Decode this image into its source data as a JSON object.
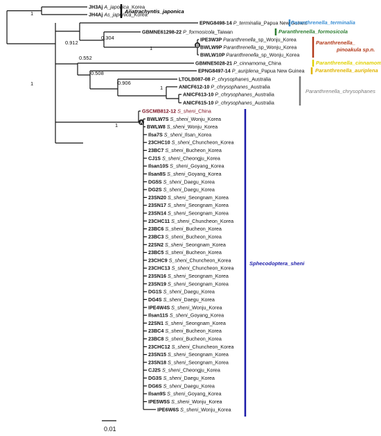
{
  "tree": {
    "support": {
      "root_top": "1",
      "anat": "1",
      "node_0912": "0.912",
      "node_0304": "0.304",
      "node_0552": "0.552",
      "node_pino": "1",
      "node_0508": "0.508",
      "node_0906": "0.906",
      "node_chry": "1",
      "node_sheni": "1"
    },
    "node_markers": {
      "A": "A",
      "B": "B"
    },
    "scale_bar": "0.01",
    "tips": [
      {
        "code": "JH3Aj",
        "sp": "A_japonica",
        "loc": "_Korea"
      },
      {
        "code": "JH4Aj",
        "sp": "As_japonica",
        "loc": "_Korea"
      },
      {
        "code": "EPNG8498-14",
        "sp": "P_terminalia",
        "loc": "_Papua New Guinea"
      },
      {
        "code": "GBMNE61298-22",
        "sp": "P_formosicola",
        "loc": "_Taiwan"
      },
      {
        "code": "IPE3W3P",
        "sp": "Paranthrenella",
        "loc": "_sp_Wonju_Korea"
      },
      {
        "code": "BWLW9P",
        "sp": "Paranthrenella",
        "loc": "_sp_Wonju_Korea"
      },
      {
        "code": "BWLW10P",
        "sp": "Paranthrenella",
        "loc": "_sp_Wonju_Korea"
      },
      {
        "code": "GBMNE5028-21",
        "sp": "P_cinnamoma",
        "loc": "_China"
      },
      {
        "code": "EPNG8497-14",
        "sp": "P_auriplena",
        "loc": "_Papua New Guinea"
      },
      {
        "code": "LTOLB087-08",
        "sp": "P_chrysophanes",
        "loc": "_Australia"
      },
      {
        "code": "ANICF612-10",
        "sp": "P_chrysophanes",
        "loc": "_Australia"
      },
      {
        "code": "ANICF613-10",
        "sp": "P_chrysophanes",
        "loc": "_Australia"
      },
      {
        "code": "ANICF615-10",
        "sp": "P_chrysophanes",
        "loc": "_Australia"
      },
      {
        "code": "GSCMB812-12",
        "sp": "S_sheni",
        "loc": "_China"
      },
      {
        "code": "BWLW7S",
        "sp": "S_sheni",
        "loc": "_Wonju_Korea"
      },
      {
        "code": "BWLW8",
        "sp": "S_sheni",
        "loc": "_Wonju_Korea"
      },
      {
        "code": "Ilsa7S",
        "sp": "S_sheni",
        "loc": "_Ilsan_Korea"
      },
      {
        "code": "23CHC10",
        "sp": "S_sheni",
        "loc": "_Chuncheon_Korea"
      },
      {
        "code": "23BC7",
        "sp": "S_sheni",
        "loc": "_Bucheon_Korea"
      },
      {
        "code": "CJ1S",
        "sp": "S_sheni",
        "loc": "_Cheongju_Korea"
      },
      {
        "code": "Ilsan10S",
        "sp": "S_sheni",
        "loc": "_Goyang_Korea"
      },
      {
        "code": "Ilsan8S",
        "sp": "S_sheni",
        "loc": "_Goyang_Korea"
      },
      {
        "code": "DG5S",
        "sp": "S_sheni",
        "loc": "_Daegu_Korea"
      },
      {
        "code": "DG2S",
        "sp": "S_sheni",
        "loc": "_Daegu_Korea"
      },
      {
        "code": "23SN20",
        "sp": "S_sheni",
        "loc": "_Seongnam_Korea"
      },
      {
        "code": "23SN17",
        "sp": "S_sheni",
        "loc": "_Seongnam_Korea"
      },
      {
        "code": "23SN14",
        "sp": "S_sheni",
        "loc": "_Seongnam_Korea"
      },
      {
        "code": "23CHC11",
        "sp": "S_sheni",
        "loc": "_Chuncheon_Korea"
      },
      {
        "code": "23BC6",
        "sp": "S_sheni",
        "loc": "_Bucheon_Korea"
      },
      {
        "code": "23BC3",
        "sp": "S_sheni",
        "loc": "_Bucheon_Korea"
      },
      {
        "code": "22SN2",
        "sp": "S_sheni",
        "loc": "_Seongnam_Korea"
      },
      {
        "code": "23BC5",
        "sp": "S_sheni",
        "loc": "_Bucheon_Korea"
      },
      {
        "code": "23CHC9",
        "sp": "S_sheni",
        "loc": "_Chuncheon_Korea"
      },
      {
        "code": "23CHC13",
        "sp": "S_sheni",
        "loc": "_Chuncheon_Korea"
      },
      {
        "code": "23SN16",
        "sp": "S_sheni",
        "loc": "_Seongnam_Korea"
      },
      {
        "code": "23SN19",
        "sp": "S_sheni",
        "loc": "_Seongnam_Korea"
      },
      {
        "code": "DG1S",
        "sp": "S_sheni",
        "loc": "_Daegu_Korea"
      },
      {
        "code": "DG4S",
        "sp": "S_sheni",
        "loc": "_Daegu_Korea"
      },
      {
        "code": "IPE4W4S",
        "sp": "S_sheni",
        "loc": "_Wonju_Korea"
      },
      {
        "code": "Ilsan11S",
        "sp": "S_sheni",
        "loc": "_Goyang_Korea"
      },
      {
        "code": "22SN1",
        "sp": "S_sheni",
        "loc": "_Seongnam_Korea"
      },
      {
        "code": "23BC4",
        "sp": "S_sheni",
        "loc": "_Bucheon_Korea"
      },
      {
        "code": "23BC8",
        "sp": "S_sheni",
        "loc": "_Bucheon_Korea"
      },
      {
        "code": "23CHC12",
        "sp": "S_sheni",
        "loc": "_Chuncheon_Korea"
      },
      {
        "code": "23SN15",
        "sp": "S_sheni",
        "loc": "_Seongnam_Korea"
      },
      {
        "code": "23SN18",
        "sp": "S_sheni",
        "loc": "_Seongnam_Korea"
      },
      {
        "code": "CJ2S",
        "sp": "S_sheni",
        "loc": "_Cheongju_Korea"
      },
      {
        "code": "DG3S",
        "sp": "S_sheni",
        "loc": "_Daegu_Korea"
      },
      {
        "code": "DG6S",
        "sp": "S_sheni",
        "loc": "_Daegu_Korea"
      },
      {
        "code": "Ilsan9S",
        "sp": "S_sheni",
        "loc": "_Goyang_Korea"
      },
      {
        "code": "IPE5W5S",
        "sp": "S_sheni",
        "loc": "_Wonju_Korea"
      },
      {
        "code": "IPE6W6S",
        "sp": "S_sheni",
        "loc": "_Wonju_Korea"
      }
    ],
    "clades": [
      {
        "name": "Anatrachyntis_japonica",
        "color": "#000000"
      },
      {
        "name": "Paranthrenella_terminalia",
        "color": "#3b8fd4"
      },
      {
        "name": "Paranthrenella_formosicola",
        "color": "#2e7d32"
      },
      {
        "name": "Paranthrenella_pinoakula sp.n.",
        "color": "#b23a1a"
      },
      {
        "name": "Paranthrenella_cinnamoma",
        "color": "#e0d000"
      },
      {
        "name": "Paranthrenella_auriplena",
        "color": "#e0b400"
      },
      {
        "name": "Paranthrenella_chrysophanes",
        "color": "#7a7a7a"
      },
      {
        "name": "Sphecodoptera_sheni",
        "color": "#1a1aa8"
      }
    ]
  }
}
